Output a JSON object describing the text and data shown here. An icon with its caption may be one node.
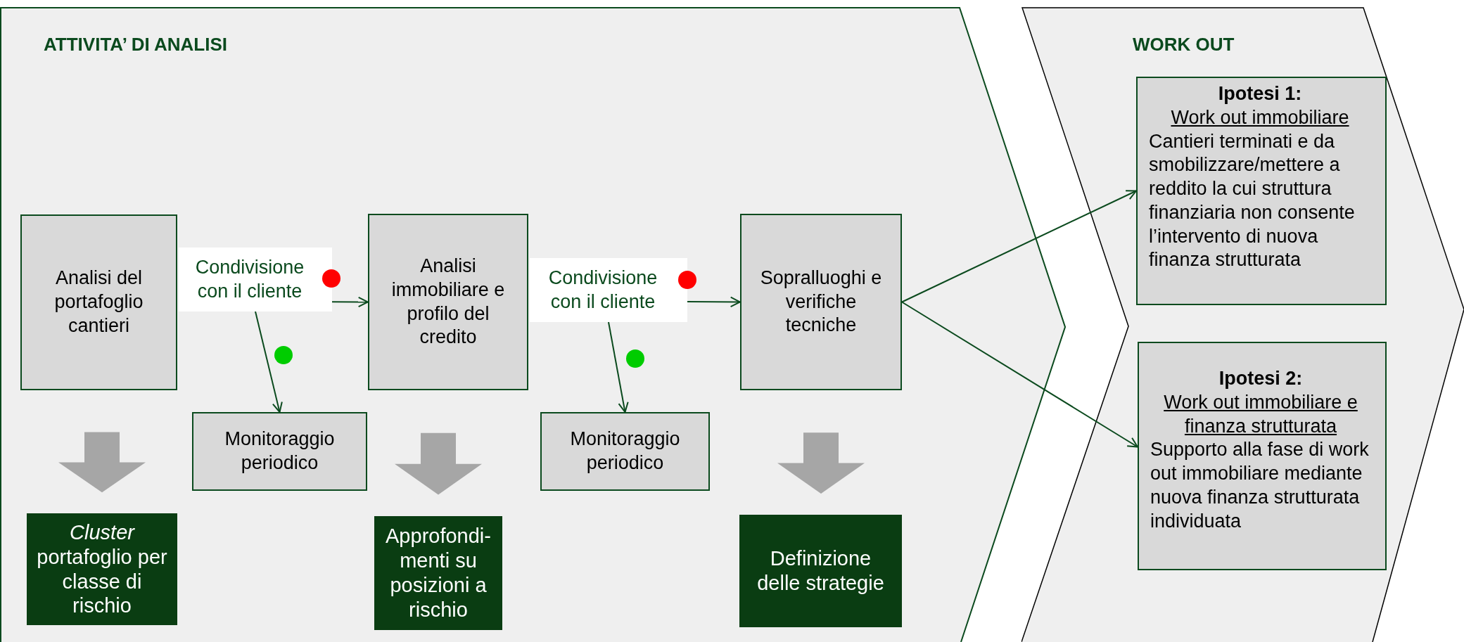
{
  "diagram": {
    "nodes": [
      {
        "text": [
          "ATTIVITA’ DI ANALISI"
        ]
      },
      {
        "text": [
          "Analisi del portafoglio cantieri"
        ],
        "in": 0
      },
      {
        "text": [
          "Condivisione con il cliente"
        ],
        "in": 0
      },
      {
        "text": [
          "Analisi immobiliare e profilo del credito"
        ],
        "in": 0
      },
      {
        "text": [
          "Condivisione con il cliente"
        ],
        "in": 0
      },
      {
        "text": [
          "Sopralluoghi e verifiche tecniche"
        ],
        "in": 0
      },
      {
        "text": [
          "Monitoraggio periodico"
        ],
        "in": 0
      },
      {
        "text": [
          "Monitoraggio periodico"
        ],
        "in": 0
      },
      {
        "text": [
          "*Cluster* portafoglio per classe di rischio"
        ],
        "in": 0
      },
      {
        "text": [
          "Approfondi-menti su posizioni a rischio"
        ],
        "in": 0
      },
      {
        "text": [
          "Definizione delle strategie"
        ],
        "in": 0
      },
      {
        "text": [
          "WORK OUT"
        ]
      },
      {
        "text": [
          "Ipotesi 1:",
          "Work out immobiliare",
          "Cantieri terminati e da smobilizzare/mettere a reddito la cui struttura finanziaria non consente l’intervento di nuova finanza strutturata"
        ],
        "in": 11
      },
      {
        "text": [
          "Ipotesi 2:",
          "Work out immobiliare e finanza strutturata",
          "Supporto alla fase di work out immobiliare mediante nuova finanza strutturata individuata"
        ],
        "in": 11
      }
    ],
    "edges": [
      {
        "from": 2,
        "to": 3,
        "arrow": "to"
      },
      {
        "from": 2,
        "to": 6,
        "arrow": "to"
      },
      {
        "from": 4,
        "to": 5,
        "arrow": "to"
      },
      {
        "from": 4,
        "to": 7,
        "arrow": "to"
      },
      {
        "from": 5,
        "to": 12,
        "arrow": "to"
      },
      {
        "from": 5,
        "to": 13,
        "arrow": "to"
      },
      {
        "from": 1,
        "to": 8,
        "arrow": "to",
        "style": "thick",
        "color": "#a6a6a6"
      },
      {
        "from": 3,
        "to": 9,
        "arrow": "to",
        "style": "thick",
        "color": "#a6a6a6"
      },
      {
        "from": 5,
        "to": 10,
        "arrow": "to",
        "style": "thick",
        "color": "#a6a6a6"
      }
    ]
  }
}
